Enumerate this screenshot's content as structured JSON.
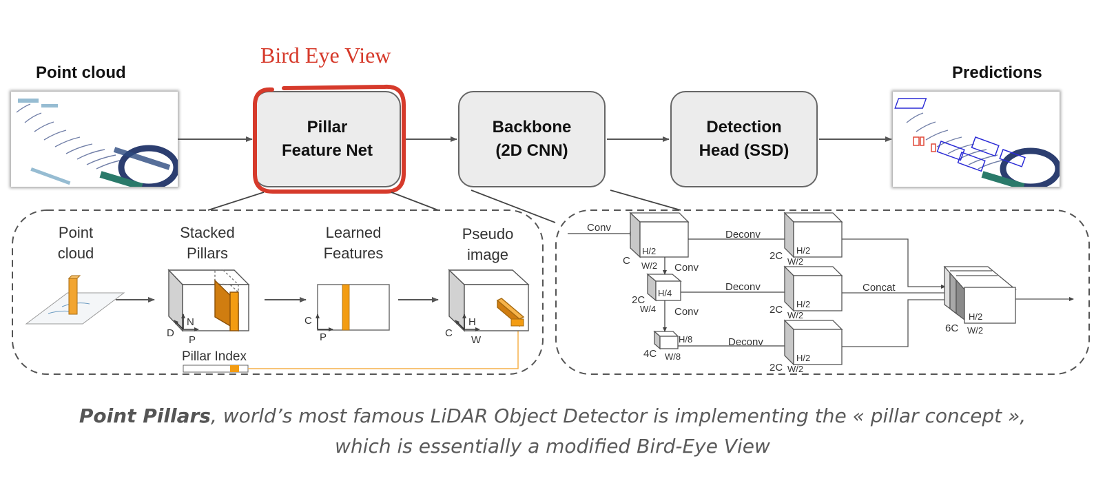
{
  "annotation": {
    "title": "Bird Eye View",
    "highlight_color": "#d63a2b"
  },
  "pipeline": {
    "input_label": "Point cloud",
    "output_label": "Predictions",
    "blocks": [
      {
        "line1": "Pillar",
        "line2": "Feature Net"
      },
      {
        "line1": "Backbone",
        "line2": "(2D CNN)"
      },
      {
        "line1": "Detection",
        "line2": "Head (SSD)"
      }
    ]
  },
  "pillar_feature_net": {
    "stages": [
      {
        "line1": "Point",
        "line2": "cloud"
      },
      {
        "line1": "Stacked",
        "line2": "Pillars"
      },
      {
        "line1": "Learned",
        "line2": "Features"
      },
      {
        "line1": "Pseudo",
        "line2": "image"
      }
    ],
    "axes": {
      "stacked": [
        "D",
        "N",
        "P"
      ],
      "learned": [
        "C",
        "P"
      ],
      "pseudo": [
        "C",
        "H",
        "W"
      ]
    },
    "pillar_index_label": "Pillar Index",
    "accent_color": "#f39c12"
  },
  "backbone": {
    "conv_label": "Conv",
    "deconv_label": "Deconv",
    "concat_label": "Concat",
    "down": [
      {
        "c": "C",
        "h": "H/2",
        "w": "W/2"
      },
      {
        "c": "2C",
        "h": "H/4",
        "w": "W/4"
      },
      {
        "c": "4C",
        "h": "H/8",
        "w": "W/8"
      }
    ],
    "up": [
      {
        "c": "2C",
        "h": "H/2",
        "w": "W/2"
      },
      {
        "c": "2C",
        "h": "H/2",
        "w": "W/2"
      },
      {
        "c": "2C",
        "h": "H/2",
        "w": "W/2"
      }
    ],
    "concat": {
      "c": "6C",
      "h": "H/2",
      "w": "W/2"
    }
  },
  "caption": {
    "bold": "Point Pillars",
    "line1_rest": ", world’s most famous LiDAR Object Detector is implementing the « pillar concept »,",
    "line2": "which is essentially a modified Bird-Eye View"
  }
}
